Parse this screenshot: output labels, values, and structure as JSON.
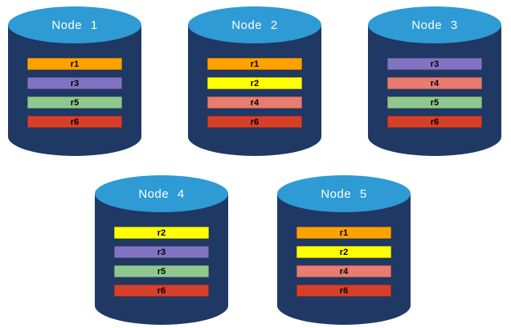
{
  "colors": {
    "cylinder_body": "#1F3864",
    "cylinder_top": "#2E9BD5",
    "title_text": "#FFFFFF",
    "bar_text": "#000000",
    "r1": "#FFA200",
    "r2": "#FFFF00",
    "r3": "#8273C2",
    "r4": "#E97C6F",
    "r5": "#8FC78E",
    "r6": "#D6402A"
  },
  "nodes": [
    {
      "title": "Node 1",
      "rows": [
        {
          "label": "r1",
          "color": "#FFA200"
        },
        {
          "label": "r3",
          "color": "#8273C2"
        },
        {
          "label": "r5",
          "color": "#8FC78E"
        },
        {
          "label": "r6",
          "color": "#D6402A"
        }
      ]
    },
    {
      "title": "Node 2",
      "rows": [
        {
          "label": "r1",
          "color": "#FFA200"
        },
        {
          "label": "r2",
          "color": "#FFFF00"
        },
        {
          "label": "r4",
          "color": "#E97C6F"
        },
        {
          "label": "r6",
          "color": "#D6402A"
        }
      ]
    },
    {
      "title": "Node 3",
      "rows": [
        {
          "label": "r3",
          "color": "#8273C2"
        },
        {
          "label": "r4",
          "color": "#E97C6F"
        },
        {
          "label": "r5",
          "color": "#8FC78E"
        },
        {
          "label": "r6",
          "color": "#D6402A"
        }
      ]
    },
    {
      "title": "Node 4",
      "rows": [
        {
          "label": "r2",
          "color": "#FFFF00"
        },
        {
          "label": "r3",
          "color": "#8273C2"
        },
        {
          "label": "r5",
          "color": "#8FC78E"
        },
        {
          "label": "r6",
          "color": "#D6402A"
        }
      ]
    },
    {
      "title": "Node 5",
      "rows": [
        {
          "label": "r1",
          "color": "#FFA200"
        },
        {
          "label": "r2",
          "color": "#FFFF00"
        },
        {
          "label": "r4",
          "color": "#E97C6F"
        },
        {
          "label": "r6",
          "color": "#D6402A"
        }
      ]
    }
  ]
}
